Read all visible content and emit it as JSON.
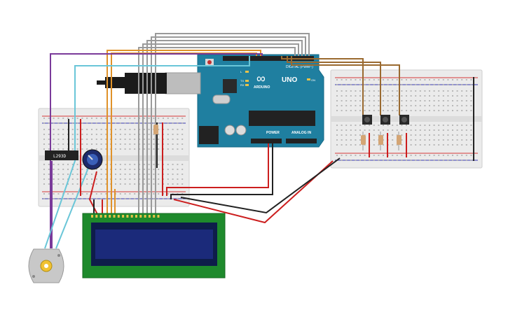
{
  "colors": {
    "background": "#ffffff",
    "arduino_board": "#1f7fa0",
    "breadboard": "#ebebeb",
    "rail_red": "#d43a3a",
    "rail_blue": "#3a3ab0",
    "lcd_pcb": "#1e8a2c",
    "lcd_screen": "#1b2a7a",
    "wire_gray": "#9a9a9a",
    "wire_orange": "#e0922a",
    "wire_brown": "#9a6a30",
    "wire_purple": "#7a3a9a",
    "wire_cyan": "#6ac6d8",
    "wire_red": "#cc1e1e",
    "wire_black": "#222222"
  },
  "arduino": {
    "brand": "ARDUINO",
    "model": "UNO",
    "header_digital": "DIGITAL (PWM~)",
    "header_power": "POWER",
    "header_analog": "ANALOG IN",
    "tx_label": "TX",
    "rx_label": "RX",
    "l_label": "L",
    "on_label": "ON"
  },
  "driver_chip": {
    "label": "L293D"
  },
  "components": {
    "potentiometer": "potentiometer",
    "motor": "dc-motor",
    "lcd": "lcd-16x2",
    "buttons": [
      "pushbutton",
      "pushbutton",
      "pushbutton"
    ],
    "resistors": [
      "resistor",
      "resistor",
      "resistor",
      "resistor"
    ]
  }
}
